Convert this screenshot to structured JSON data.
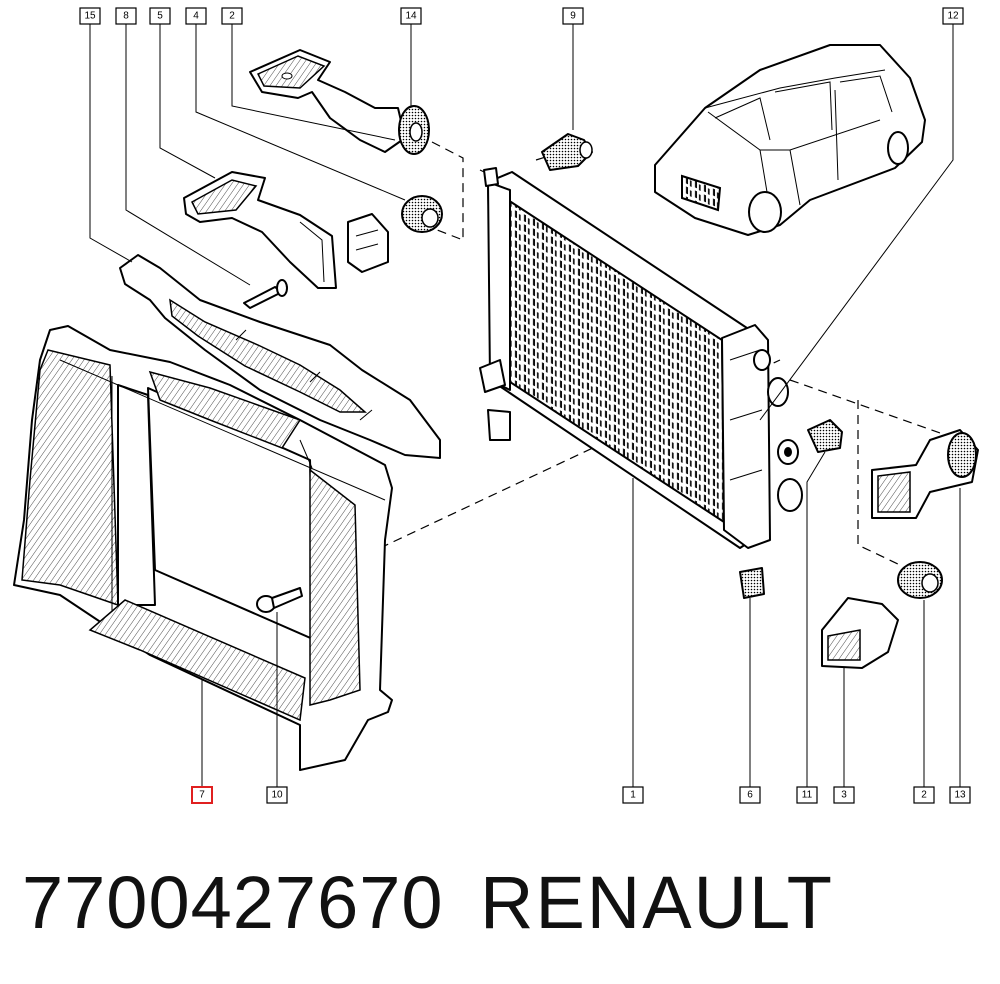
{
  "caption": {
    "part_number": "7700427670",
    "brand": "RENAULT"
  },
  "callouts": {
    "top": [
      "15",
      "8",
      "5",
      "4",
      "2",
      "14",
      "9",
      "12"
    ],
    "bottom": [
      "7",
      "10",
      "1",
      "6",
      "11",
      "3",
      "2",
      "13"
    ]
  },
  "highlighted_callout": "7",
  "colors": {
    "line": "#000000",
    "highlight": "#e02020",
    "background": "#ffffff"
  }
}
